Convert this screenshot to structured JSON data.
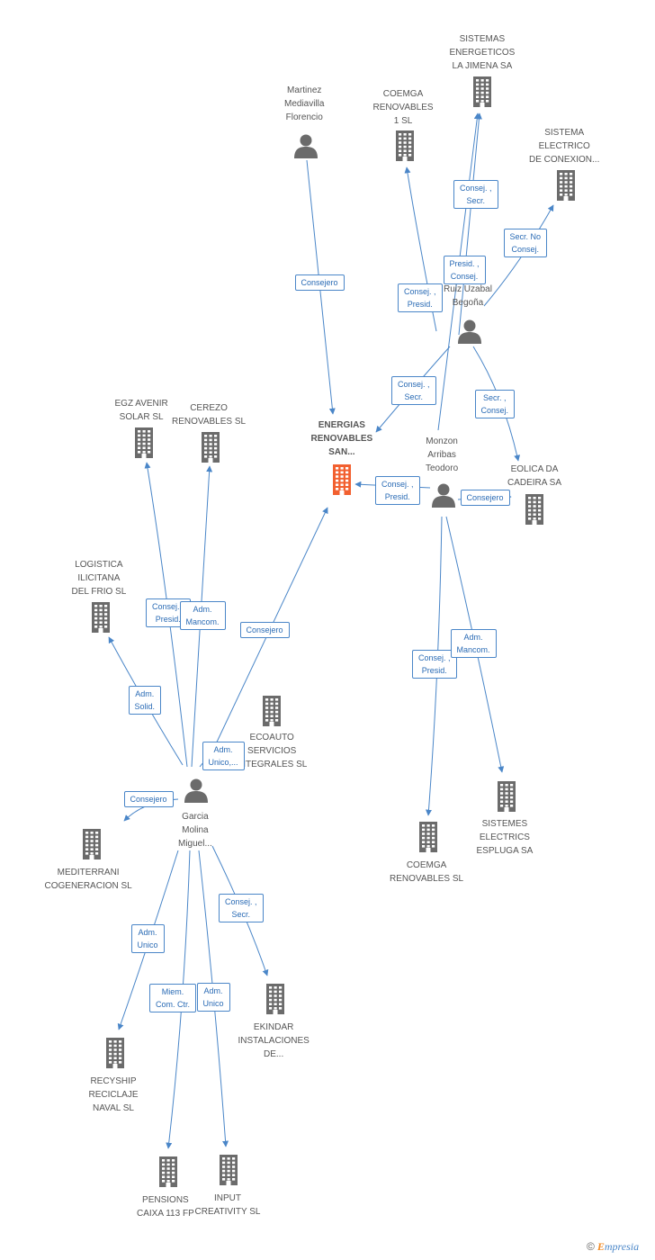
{
  "colors": {
    "edge": "#4a86c8",
    "node_icon": "#6b6b6b",
    "main_icon": "#f26030",
    "label": "#555555"
  },
  "nodes": [
    {
      "id": "martinez",
      "type": "person",
      "label": "Martinez\nMediavilla\nFlorencio"
    },
    {
      "id": "coemga1",
      "type": "company",
      "label": "COEMGA\nRENOVABLES\n1 SL"
    },
    {
      "id": "sistemas_jimena",
      "type": "company",
      "label": "SISTEMAS\nENERGETICOS\nLA JIMENA SA"
    },
    {
      "id": "sistema_electrico",
      "type": "company",
      "label": "SISTEMA\nELECTRICO\nDE CONEXION..."
    },
    {
      "id": "ruiz",
      "type": "person",
      "label": "Ruiz Uzabal\nBegoña"
    },
    {
      "id": "energias",
      "type": "main",
      "label": "ENERGIAS\nRENOVABLES\nSAN..."
    },
    {
      "id": "egz",
      "type": "company",
      "label": "EGZ AVENIR\nSOLAR SL"
    },
    {
      "id": "cerezo",
      "type": "company",
      "label": "CEREZO\nRENOVABLES SL"
    },
    {
      "id": "monzon",
      "type": "person",
      "label": "Monzon\nArribas\nTeodoro"
    },
    {
      "id": "eolica",
      "type": "company",
      "label": "EOLICA DA\nCADEIRA SA"
    },
    {
      "id": "logistica",
      "type": "company",
      "label": "LOGISTICA\nILICITANA\nDEL FRIO SL"
    },
    {
      "id": "ecoauto",
      "type": "company",
      "label": "ECOAUTO\nSERVICIOS\nINTEGRALES SL"
    },
    {
      "id": "garcia",
      "type": "person",
      "label": "Garcia\nMolina\nMiguel..."
    },
    {
      "id": "mediterrani",
      "type": "company",
      "label": "MEDITERRANI\nCOGENERACION SL"
    },
    {
      "id": "sistemes",
      "type": "company",
      "label": "SISTEMES\nELECTRICS\nESPLUGA SA"
    },
    {
      "id": "coemga",
      "type": "company",
      "label": "COEMGA\nRENOVABLES SL"
    },
    {
      "id": "ekindar",
      "type": "company",
      "label": "EKINDAR\nINSTALACIONES\nDE..."
    },
    {
      "id": "recyship",
      "type": "company",
      "label": "RECYSHIP\nRECICLAJE\nNAVAL  SL"
    },
    {
      "id": "pensions",
      "type": "company",
      "label": "PENSIONS\nCAIXA 113 FP"
    },
    {
      "id": "input",
      "type": "company",
      "label": "INPUT\nCREATIVITY SL"
    }
  ],
  "edges": [
    {
      "from": "martinez",
      "to": "energias",
      "label": "Consejero"
    },
    {
      "from": "ruiz",
      "to": "coemga1",
      "label": "Consej. ,\nPresid."
    },
    {
      "from": "ruiz",
      "to": "sistemas_jimena",
      "label": "Presid. ,\nConsej."
    },
    {
      "from": "ruiz",
      "to": "sistema_electrico",
      "label": "Secr.  No\nConsej."
    },
    {
      "from": "ruiz",
      "to": "energias",
      "label": "Consej. ,\nSecr."
    },
    {
      "from": "ruiz",
      "to": "eolica",
      "label": "Secr. ,\nConsej."
    },
    {
      "from": "monzon",
      "to": "sistemas_jimena",
      "label": "Consej. ,\nSecr."
    },
    {
      "from": "monzon",
      "to": "energias",
      "label": "Consej. ,\nPresid."
    },
    {
      "from": "monzon",
      "to": "eolica",
      "label": "Consejero"
    },
    {
      "from": "monzon",
      "to": "coemga",
      "label": "Consej. ,\nPresid."
    },
    {
      "from": "monzon",
      "to": "sistemes",
      "label": "Adm.\nMancom."
    },
    {
      "from": "garcia",
      "to": "egz",
      "label": "Consej. ,\nPresid."
    },
    {
      "from": "garcia",
      "to": "cerezo",
      "label": "Adm.\nMancom."
    },
    {
      "from": "garcia",
      "to": "energias",
      "label": "Consejero"
    },
    {
      "from": "garcia",
      "to": "logistica",
      "label": "Adm.\nSolid."
    },
    {
      "from": "garcia",
      "to": "ecoauto",
      "label": "Adm.\nUnico,..."
    },
    {
      "from": "garcia",
      "to": "mediterrani",
      "label": "Consejero"
    },
    {
      "from": "garcia",
      "to": "ekindar",
      "label": "Consej. ,\nSecr."
    },
    {
      "from": "garcia",
      "to": "recyship",
      "label": "Adm.\nUnico"
    },
    {
      "from": "garcia",
      "to": "pensions",
      "label": "Miem.\nCom. Ctr."
    },
    {
      "from": "garcia",
      "to": "input",
      "label": "Adm.\nUnico"
    }
  ],
  "footer": {
    "copyright": "©",
    "brand_first": "E",
    "brand_rest": "mpresia"
  }
}
